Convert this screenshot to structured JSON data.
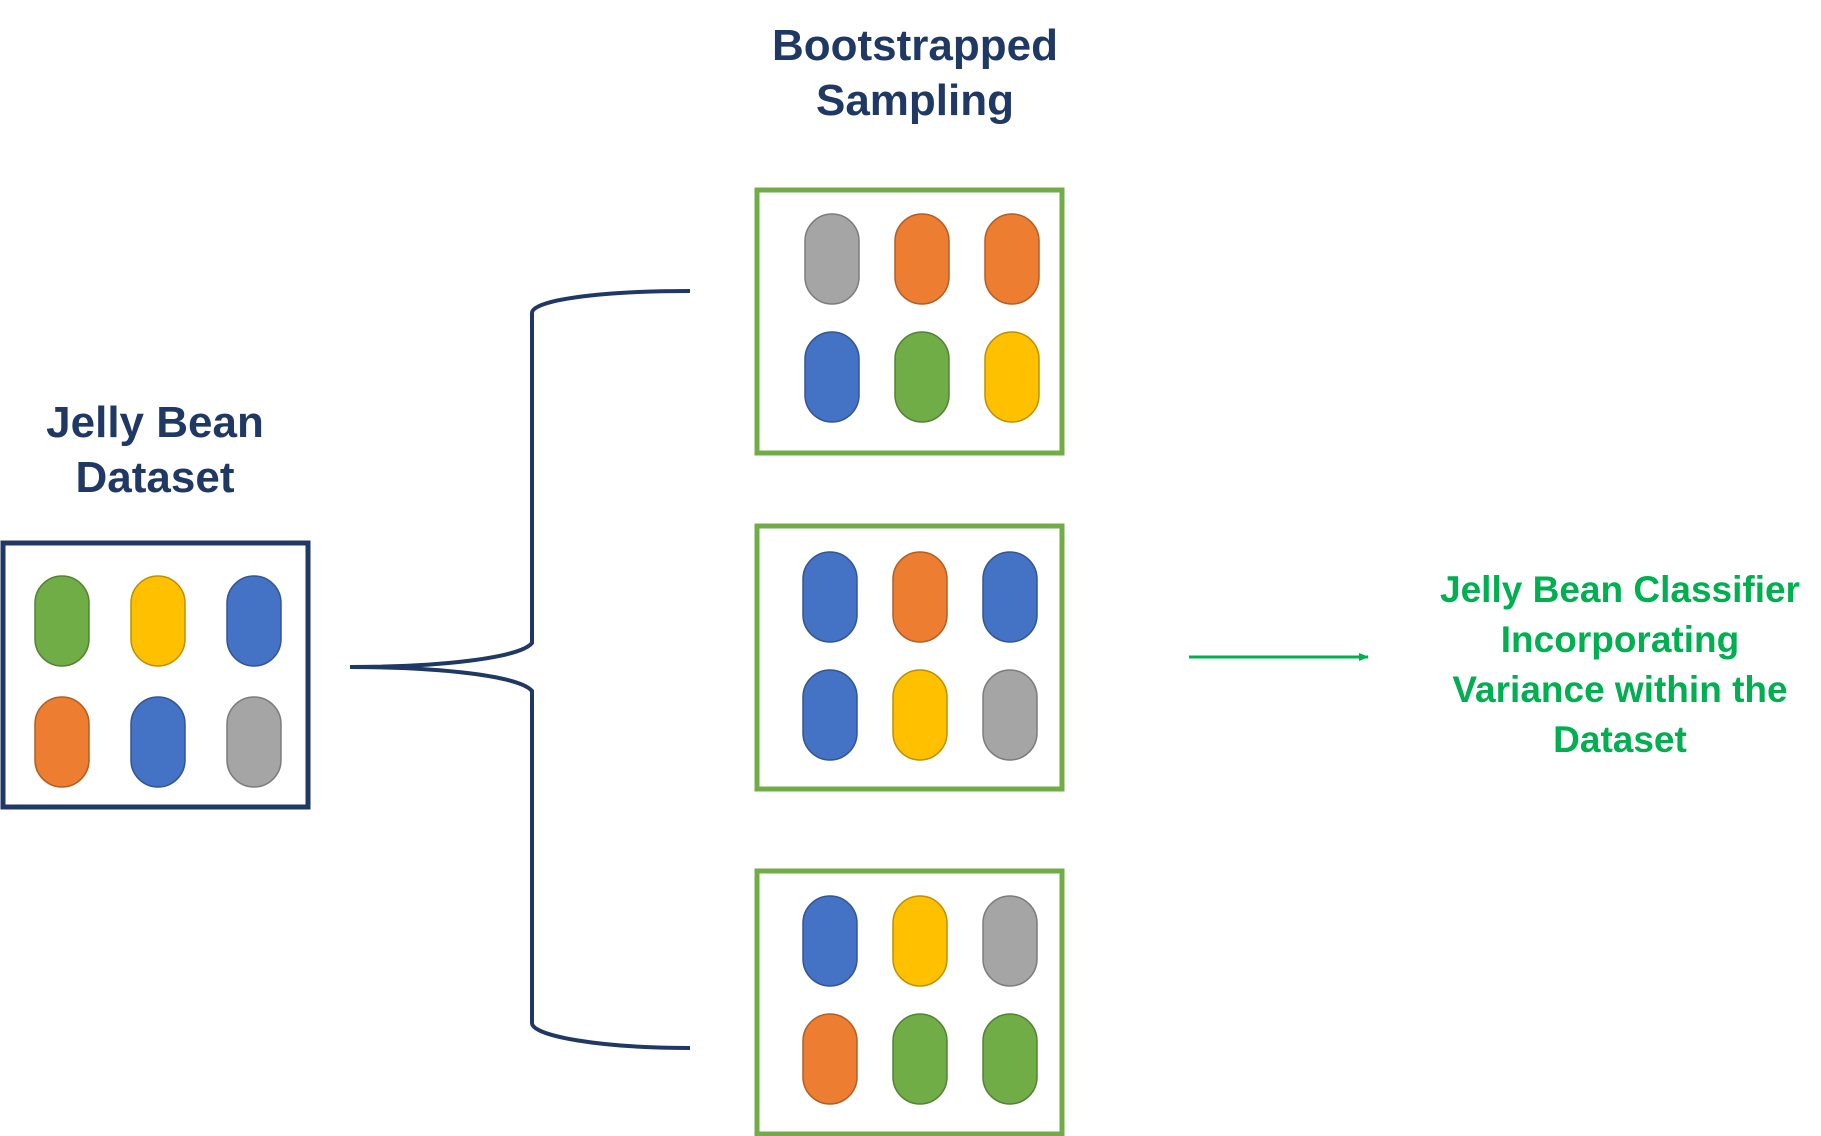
{
  "colors": {
    "dataset_border": "#1f3864",
    "sample_border": "#70ad47",
    "result_text": "#00b050",
    "green": "#70ad47",
    "yellow": "#ffc000",
    "blue": "#4472c4",
    "orange": "#ed7d31",
    "gray": "#a5a5a5"
  },
  "dataset": {
    "title_lines": [
      "Jelly Bean",
      "Dataset"
    ],
    "beans": [
      [
        "green",
        "yellow",
        "blue"
      ],
      [
        "orange",
        "blue",
        "gray"
      ]
    ]
  },
  "sampling": {
    "title_lines": [
      "Bootstrapped",
      "Sampling"
    ],
    "samples": [
      {
        "beans": [
          [
            "gray",
            "orange",
            "orange"
          ],
          [
            "blue",
            "green",
            "yellow"
          ]
        ]
      },
      {
        "beans": [
          [
            "blue",
            "orange",
            "blue"
          ],
          [
            "blue",
            "yellow",
            "gray"
          ]
        ]
      },
      {
        "beans": [
          [
            "blue",
            "yellow",
            "gray"
          ],
          [
            "orange",
            "green",
            "green"
          ]
        ]
      }
    ]
  },
  "result": {
    "label_lines": [
      "Jelly Bean Classifier",
      "Incorporating",
      "Variance within the",
      "Dataset"
    ]
  }
}
